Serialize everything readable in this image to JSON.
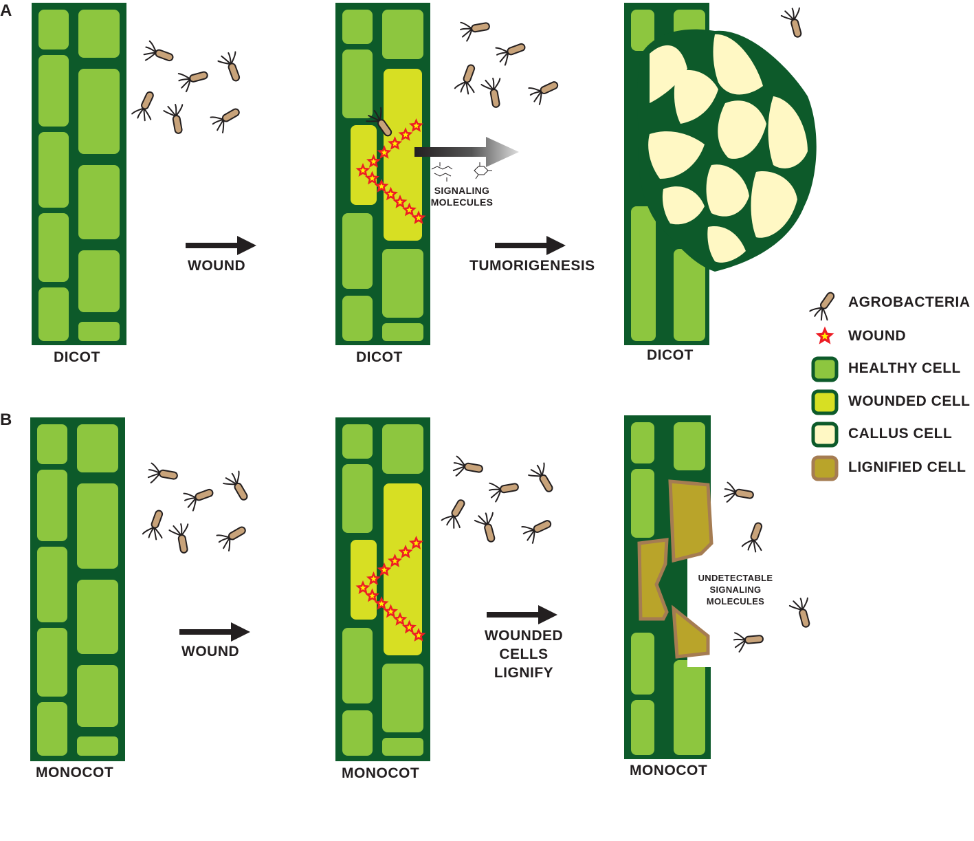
{
  "panels": {
    "a": {
      "letter": "A"
    },
    "b": {
      "letter": "B"
    }
  },
  "labels": {
    "dicot": "DICOT",
    "monocot": "MONOCOT",
    "wound": "WOUND",
    "tumorigenesis": "TUMORIGENESIS",
    "signaling_molecules": [
      "SIGNALING",
      "MOLECULES"
    ],
    "wounded_cells_lignify": [
      "WOUNDED",
      "CELLS",
      "LIGNIFY"
    ],
    "undetectable_signaling_molecules": [
      "UNDETECTABLE",
      "SIGNALING",
      "MOLECULES"
    ]
  },
  "legend": {
    "items": [
      {
        "label": "AGROBACTERIA",
        "icon": "agrobacteria-icon"
      },
      {
        "label": "WOUND",
        "icon": "wound-star-icon"
      },
      {
        "label": "HEALTHY CELL",
        "icon": "healthy-cell-icon"
      },
      {
        "label": "WOUNDED CELL",
        "icon": "wounded-cell-icon"
      },
      {
        "label": "CALLUS CELL",
        "icon": "callus-cell-icon"
      },
      {
        "label": "LIGNIFIED CELL",
        "icon": "lignified-cell-icon"
      }
    ]
  },
  "colors": {
    "wall": "#0d5a2a",
    "healthy": "#8dc63f",
    "wounded": "#d7df23",
    "callus": "#fff8c4",
    "lignified": "#b9a42a",
    "lignified_edge": "#a57c52",
    "wound_star": "#ed1c24",
    "wound_core": "#fff200",
    "bacterium": "#c8a37a",
    "arrow": "#231f20"
  }
}
